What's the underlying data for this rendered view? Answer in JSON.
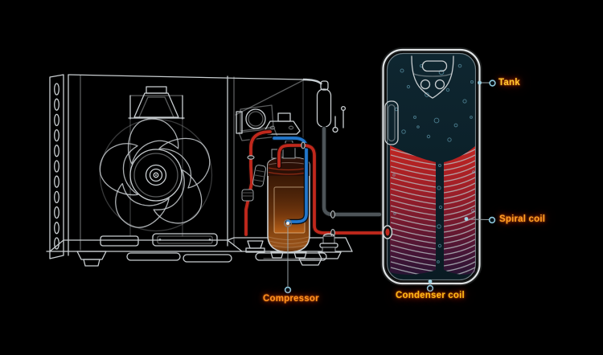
{
  "labels": {
    "tank": {
      "text": "Tank"
    },
    "spiral_coil": {
      "text": "Spiral coil"
    },
    "condenser_coil": {
      "text": "Condenser coil"
    },
    "compressor": {
      "text": "Compressor"
    }
  },
  "colors": {
    "background": "#000000",
    "lineart": "#c9ced1",
    "pipe_hot": "#c0281c",
    "pipe_cold": "#2277cc",
    "coil_hot_top": "#c02521",
    "coil_hot_bottom": "#2a1434",
    "compressor_body": "#8a4712",
    "tank_interior": "#0c212b",
    "label_tank": "#ffc831",
    "label_spiral_coil": "#ffa126",
    "label_condenser_coil": "#ffbb17",
    "label_compressor": "#ff9420",
    "marker": "#8ecbe0"
  }
}
